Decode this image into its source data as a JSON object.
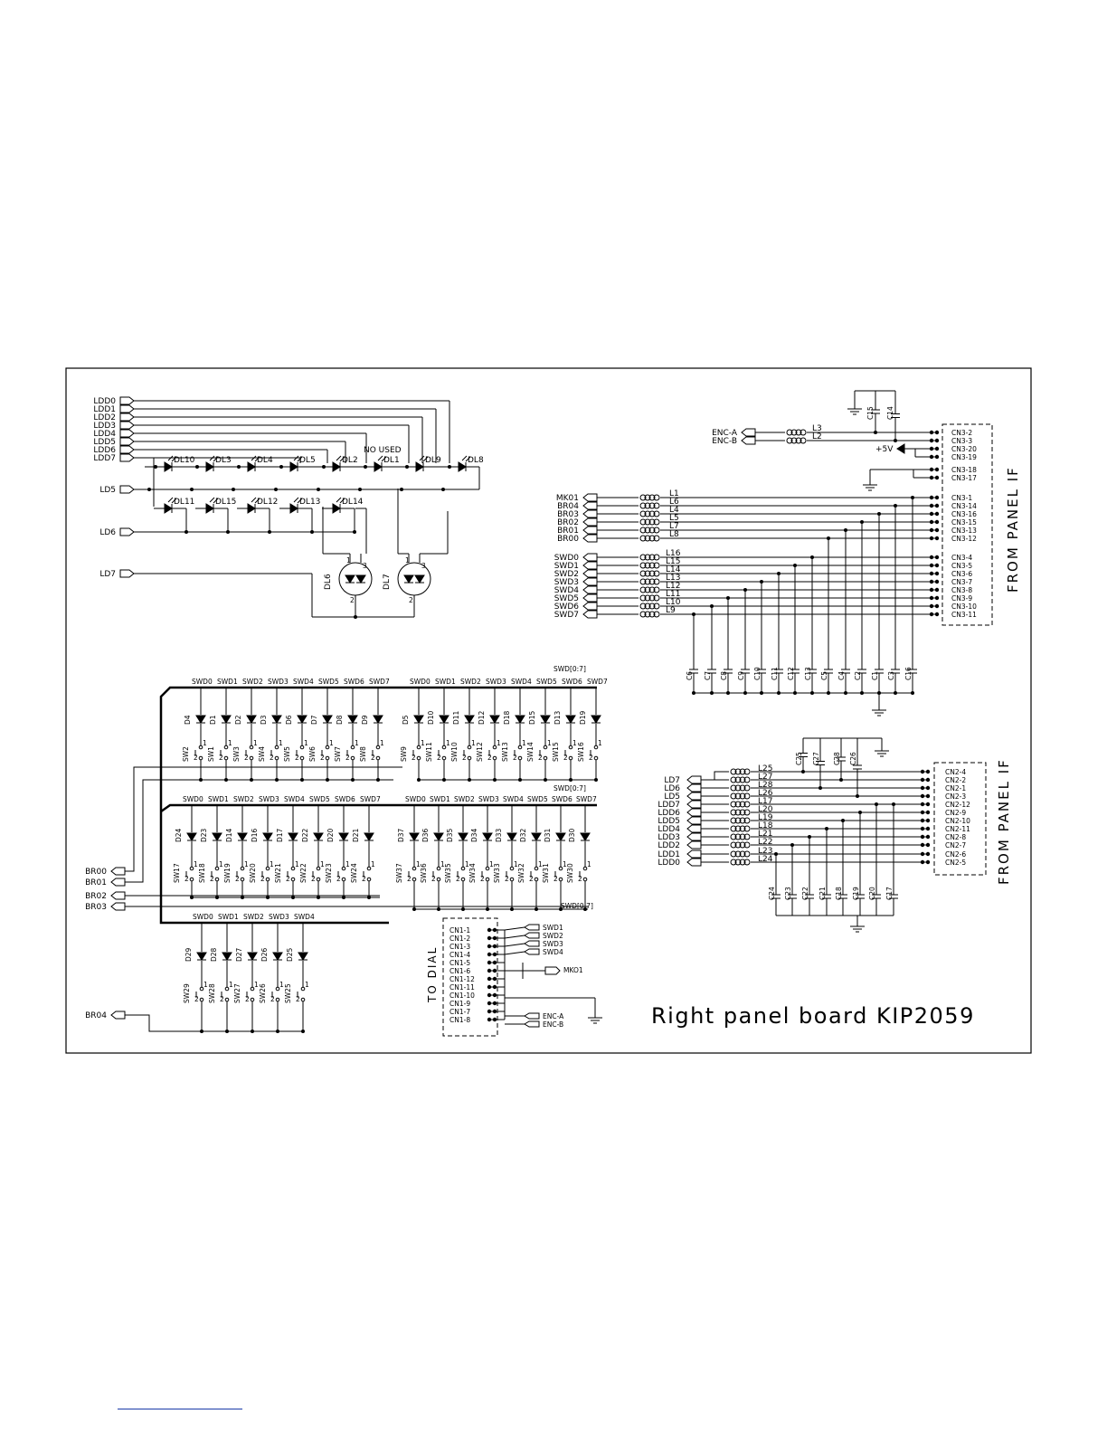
{
  "board_title": "Right panel board KIP2059",
  "side_labels": {
    "panel_if_top": "FROM PANEL IF",
    "panel_if_bottom": "FROM PANEL IF",
    "dial": "TO DIAL"
  },
  "led_section": {
    "ldd_inputs": [
      "LDD0",
      "LDD1",
      "LDD2",
      "LDD3",
      "LDD4",
      "LDD5",
      "LDD6",
      "LDD7"
    ],
    "ld_inputs": [
      "LD5",
      "LD6",
      "LD7"
    ],
    "leds_top": [
      "DL10",
      "DL3",
      "DL4",
      "DL5",
      "DL2",
      "DL1",
      "DL9",
      "DL8"
    ],
    "leds_bottom": [
      "DL11",
      "DL15",
      "DL12",
      "DL13",
      "DL14"
    ],
    "bicolor": [
      "DL6",
      "DL7"
    ],
    "not_used": "NO USED"
  },
  "cn3_section": {
    "enc": [
      "ENC-A",
      "ENC-B"
    ],
    "enc_inductors": [
      "L3",
      "L2"
    ],
    "power": "+5V",
    "caps_top": [
      "C15",
      "C14"
    ],
    "pins_top": [
      "CN3-2",
      "CN3-3",
      "CN3-20",
      "CN3-19",
      "CN3-18",
      "CN3-17"
    ],
    "br_inputs": [
      "MK01",
      "BR04",
      "BR03",
      "BR02",
      "BR01",
      "BR00"
    ],
    "br_inductors": [
      "L1",
      "L6",
      "L4",
      "L5",
      "L7",
      "L8"
    ],
    "br_pins": [
      "CN3-1",
      "CN3-14",
      "CN3-16",
      "CN3-15",
      "CN3-13",
      "CN3-12"
    ],
    "swd_inputs": [
      "SWD0",
      "SWD1",
      "SWD2",
      "SWD3",
      "SWD4",
      "SWD5",
      "SWD6",
      "SWD7"
    ],
    "swd_inductors": [
      "L16",
      "L15",
      "L14",
      "L13",
      "L12",
      "L11",
      "L10",
      "L9"
    ],
    "swd_pins": [
      "CN3-4",
      "CN3-5",
      "CN3-6",
      "CN3-7",
      "CN3-8",
      "CN3-9",
      "CN3-10",
      "CN3-11"
    ],
    "caps": [
      "C6",
      "C7",
      "C8",
      "C9",
      "C10",
      "C11",
      "C12",
      "C13",
      "C5",
      "C4",
      "C2",
      "C1",
      "C3",
      "C16"
    ]
  },
  "switch_matrix": {
    "bus_label": "SWD[0:7]",
    "swd_cols": [
      "SWD0",
      "SWD1",
      "SWD2",
      "SWD3",
      "SWD4",
      "SWD5",
      "SWD6",
      "SWD7"
    ],
    "row1a": {
      "diodes": [
        "D4",
        "D1",
        "D2",
        "D3",
        "D6",
        "D7",
        "D8",
        "D9"
      ],
      "switches": [
        "SW2",
        "SW1",
        "SW3",
        "SW4",
        "SW5",
        "SW6",
        "SW7",
        "SW8"
      ]
    },
    "row1b": {
      "diodes": [
        "D5",
        "D10",
        "D11",
        "D12",
        "D18",
        "D15",
        "D13",
        "D19"
      ],
      "switches": [
        "SW9",
        "SW11",
        "SW10",
        "SW12",
        "SW13",
        "SW14",
        "SW15",
        "SW16"
      ]
    },
    "row2a": {
      "diodes": [
        "D24",
        "D23",
        "D14",
        "D16",
        "D17",
        "D22",
        "D20",
        "D21"
      ],
      "switches": [
        "SW17",
        "SW18",
        "SW19",
        "SW20",
        "SW21",
        "SW22",
        "SW23",
        "SW24"
      ]
    },
    "row2b": {
      "diodes": [
        "D37",
        "D36",
        "D35",
        "D34",
        "D33",
        "D32",
        "D31",
        "D30"
      ],
      "switches": [
        "SW37",
        "SW36",
        "SW35",
        "SW34",
        "SW33",
        "SW32",
        "SW31",
        "SW30"
      ]
    },
    "row3": {
      "cols": [
        "SWD0",
        "SWD1",
        "SWD2",
        "SWD3",
        "SWD4"
      ],
      "diodes": [
        "D29",
        "D28",
        "D27",
        "D26",
        "D25"
      ],
      "switches": [
        "SW29",
        "SW28",
        "SW27",
        "SW26",
        "SW25"
      ]
    },
    "br_inputs": [
      "BR00",
      "BR01",
      "BR02",
      "BR03",
      "BR04"
    ]
  },
  "cn2_section": {
    "inputs": [
      "LD7",
      "LD6",
      "LD5",
      "LDD7",
      "LDD6",
      "LDD5",
      "LDD4",
      "LDD3",
      "LDD2",
      "LDD1",
      "LDD0"
    ],
    "inductors": [
      "L25",
      "L27",
      "L28",
      "L26",
      "L17",
      "L20",
      "L19",
      "L18",
      "L21",
      "L22",
      "L23",
      "L24"
    ],
    "pins": [
      "CN2-4",
      "CN2-2",
      "CN2-1",
      "CN2-3",
      "CN2-12",
      "CN2-9",
      "CN2-10",
      "CN2-11",
      "CN2-8",
      "CN2-7",
      "CN2-6",
      "CN2-5"
    ],
    "caps_top": [
      "C25",
      "C27",
      "C28",
      "C26"
    ],
    "caps_bottom": [
      "C24",
      "C23",
      "C22",
      "C21",
      "C18",
      "C19",
      "C20",
      "C17"
    ]
  },
  "cn1_section": {
    "pins": [
      "CN1-1",
      "CN1-2",
      "CN1-3",
      "CN1-4",
      "CN1-5",
      "CN1-6",
      "CN1-12",
      "CN1-11",
      "CN1-10",
      "CN1-9",
      "CN1-7",
      "CN1-8"
    ],
    "outputs": [
      "SWD1",
      "SWD2",
      "SWD3",
      "SWD4"
    ],
    "mko": "MKO1",
    "enc": [
      "ENC-A",
      "ENC-B"
    ]
  }
}
